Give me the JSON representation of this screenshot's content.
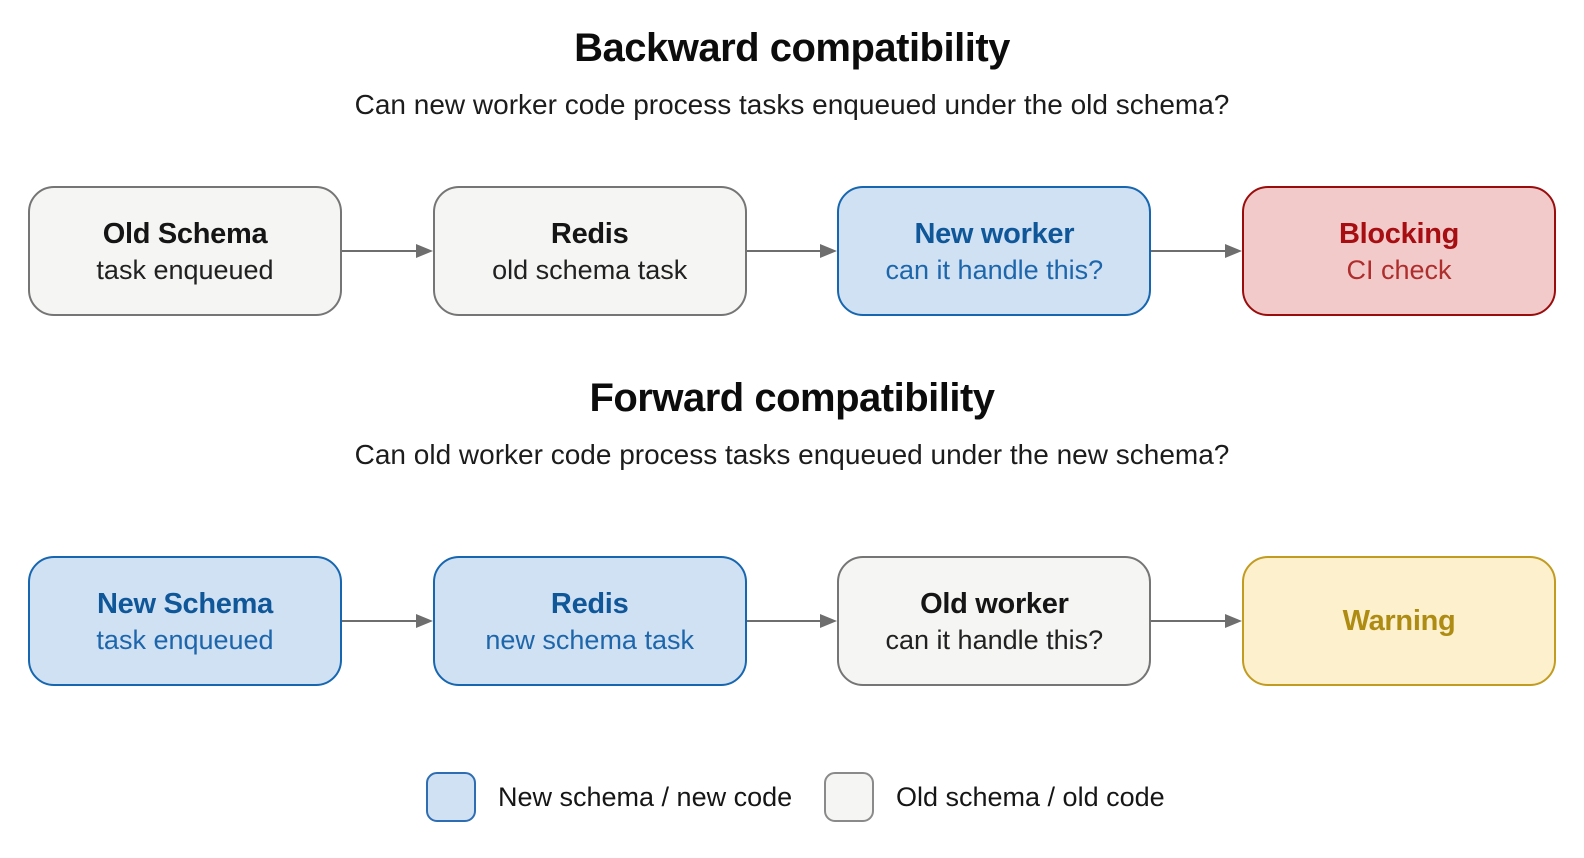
{
  "colors": {
    "arrow": "#6e6e6e",
    "gray-bg": "#f5f5f3",
    "gray-border": "#757575",
    "blue-bg": "#cfe1f2",
    "blue-border": "#1766b0",
    "blue-heading": "#0f5799",
    "blue-sub": "#1e66ab",
    "red-bg": "#f3caca",
    "red-border": "#9a0d0d",
    "red-heading": "#a60e12",
    "red-sub": "#ae2d2d",
    "yellow-bg": "#fdf0cc",
    "yellow-border": "#c29b21",
    "yellow-text": "#ae8c14",
    "text": "#111111"
  },
  "sections": [
    {
      "title": "Backward compatibility",
      "subtitle": "Can new worker code process tasks enqueued under the old schema?",
      "boxes": [
        {
          "title": "Old Schema",
          "subtitle": "task enqueued",
          "variant": "gray"
        },
        {
          "title": "Redis",
          "subtitle": "old schema task",
          "variant": "gray"
        },
        {
          "title": "New worker",
          "subtitle": "can it handle this?",
          "variant": "blue"
        },
        {
          "title": "Blocking",
          "subtitle": "CI check",
          "variant": "red"
        }
      ]
    },
    {
      "title": "Forward compatibility",
      "subtitle": "Can old worker code process tasks enqueued under the new schema?",
      "boxes": [
        {
          "title": "New Schema",
          "subtitle": "task enqueued",
          "variant": "blue"
        },
        {
          "title": "Redis",
          "subtitle": "new schema task",
          "variant": "blue"
        },
        {
          "title": "Old worker",
          "subtitle": "can it handle this?",
          "variant": "gray"
        },
        {
          "title": "Warning",
          "subtitle": "",
          "variant": "yellow"
        }
      ]
    }
  ],
  "legend": {
    "items": [
      {
        "label": "New schema / new code",
        "swatch": "blue"
      },
      {
        "label": "Old schema / old code",
        "swatch": "gray"
      }
    ]
  }
}
